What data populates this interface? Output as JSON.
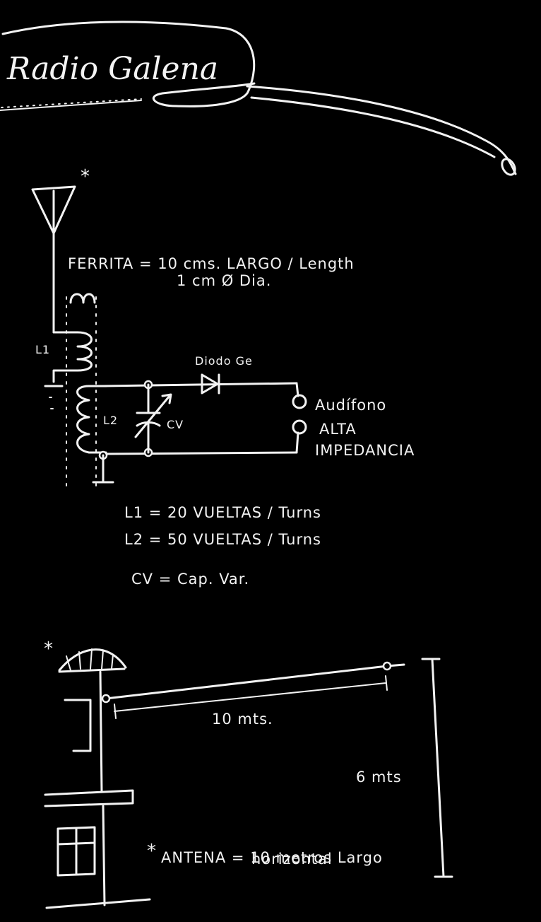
{
  "title": "Radio Galena",
  "circuit": {
    "asterisk": "*",
    "ferrite_line1": "FERRITA = 10 cms.  LARGO / Length",
    "ferrite_line2": "1 cm Ø Dia.",
    "label_l1": "L1",
    "label_l2": "L2",
    "label_cv": "CV",
    "diode_label": "Diodo Ge",
    "earphone_line1": "Audífono",
    "earphone_line2": "ALTA",
    "earphone_line3": "IMPEDANCIA"
  },
  "notes": {
    "l1": "L1 = 20 VUELTAS / Turns",
    "l2": "L2 = 50 VUELTAS / Turns",
    "cv": "CV = Cap. Var."
  },
  "antenna": {
    "asterisk": "*",
    "length_label": "10 mts.",
    "height_label": "6 mts",
    "footnote_asterisk": "*",
    "footnote_line1": "ANTENA = 10 metros Largo",
    "footnote_line2": "horizontal"
  },
  "colors": {
    "ink": "#f2f2f2",
    "paper": "#000000"
  }
}
